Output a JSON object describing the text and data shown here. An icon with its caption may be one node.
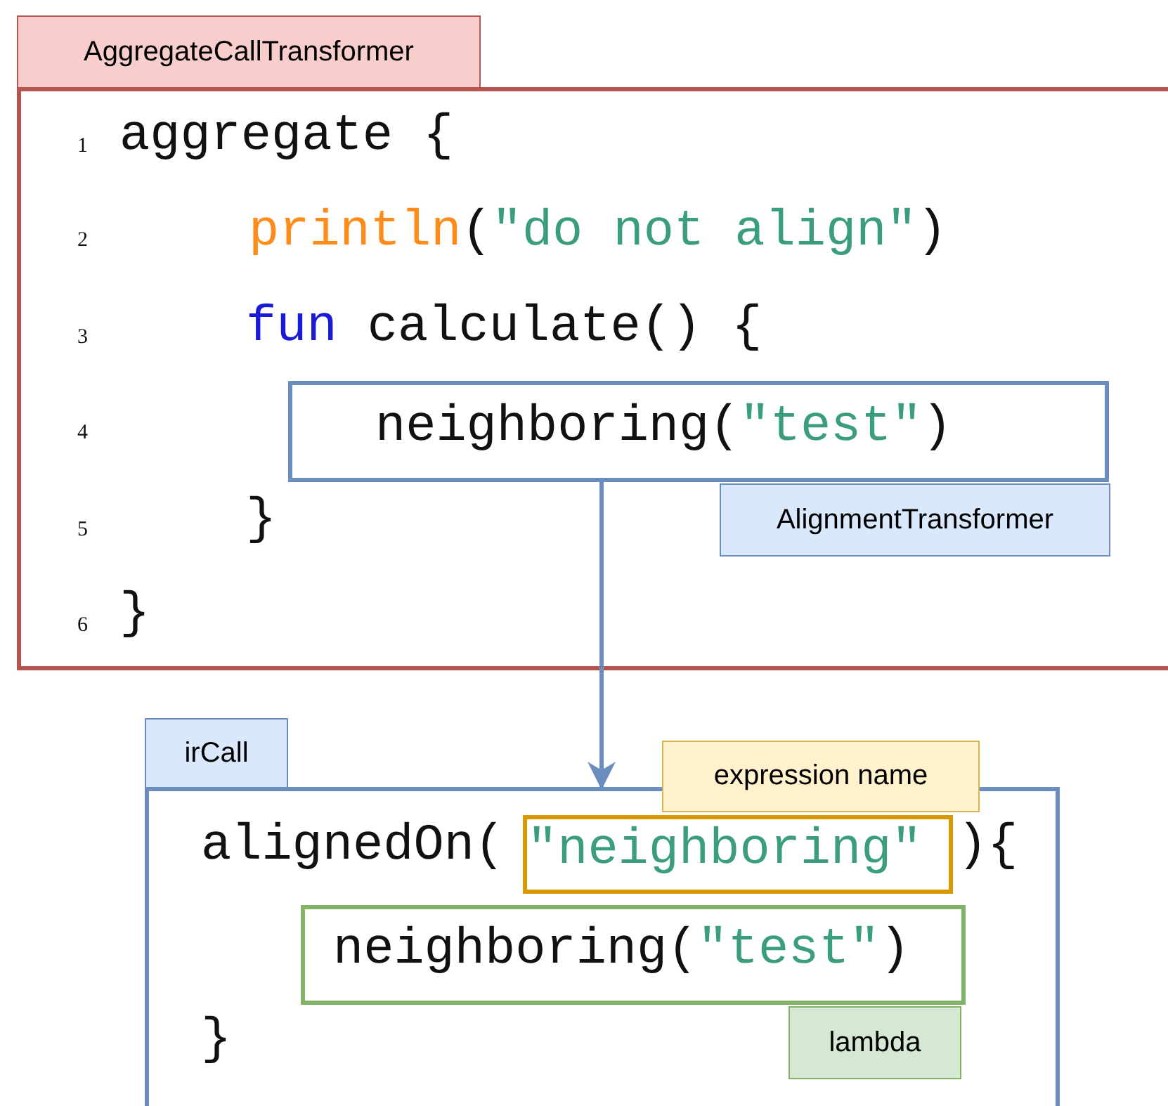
{
  "diagram": {
    "nodes": [
      {
        "text": [
          "AggregateCallTransformer",
          "aggregate {",
          "println(\"do not align\")",
          "fun calculate() {",
          "}",
          "}"
        ]
      },
      {
        "text": [
          "neighboring(\"test\")",
          "AlignmentTransformer"
        ],
        "in": 0
      },
      {
        "text": [
          "irCall",
          "alignedOn(",
          "){",
          "}"
        ]
      },
      {
        "text": [
          "expression name"
        ]
      },
      {
        "text": [
          "\"neighboring\""
        ],
        "in": 2
      },
      {
        "text": [
          "neighboring(\"test\")",
          "lambda"
        ],
        "in": 2
      }
    ],
    "edges": [
      {
        "from": 1,
        "to": 2,
        "arrow": "to"
      }
    ],
    "labels": [
      "1",
      "2",
      "3",
      "4",
      "5",
      "6"
    ]
  }
}
